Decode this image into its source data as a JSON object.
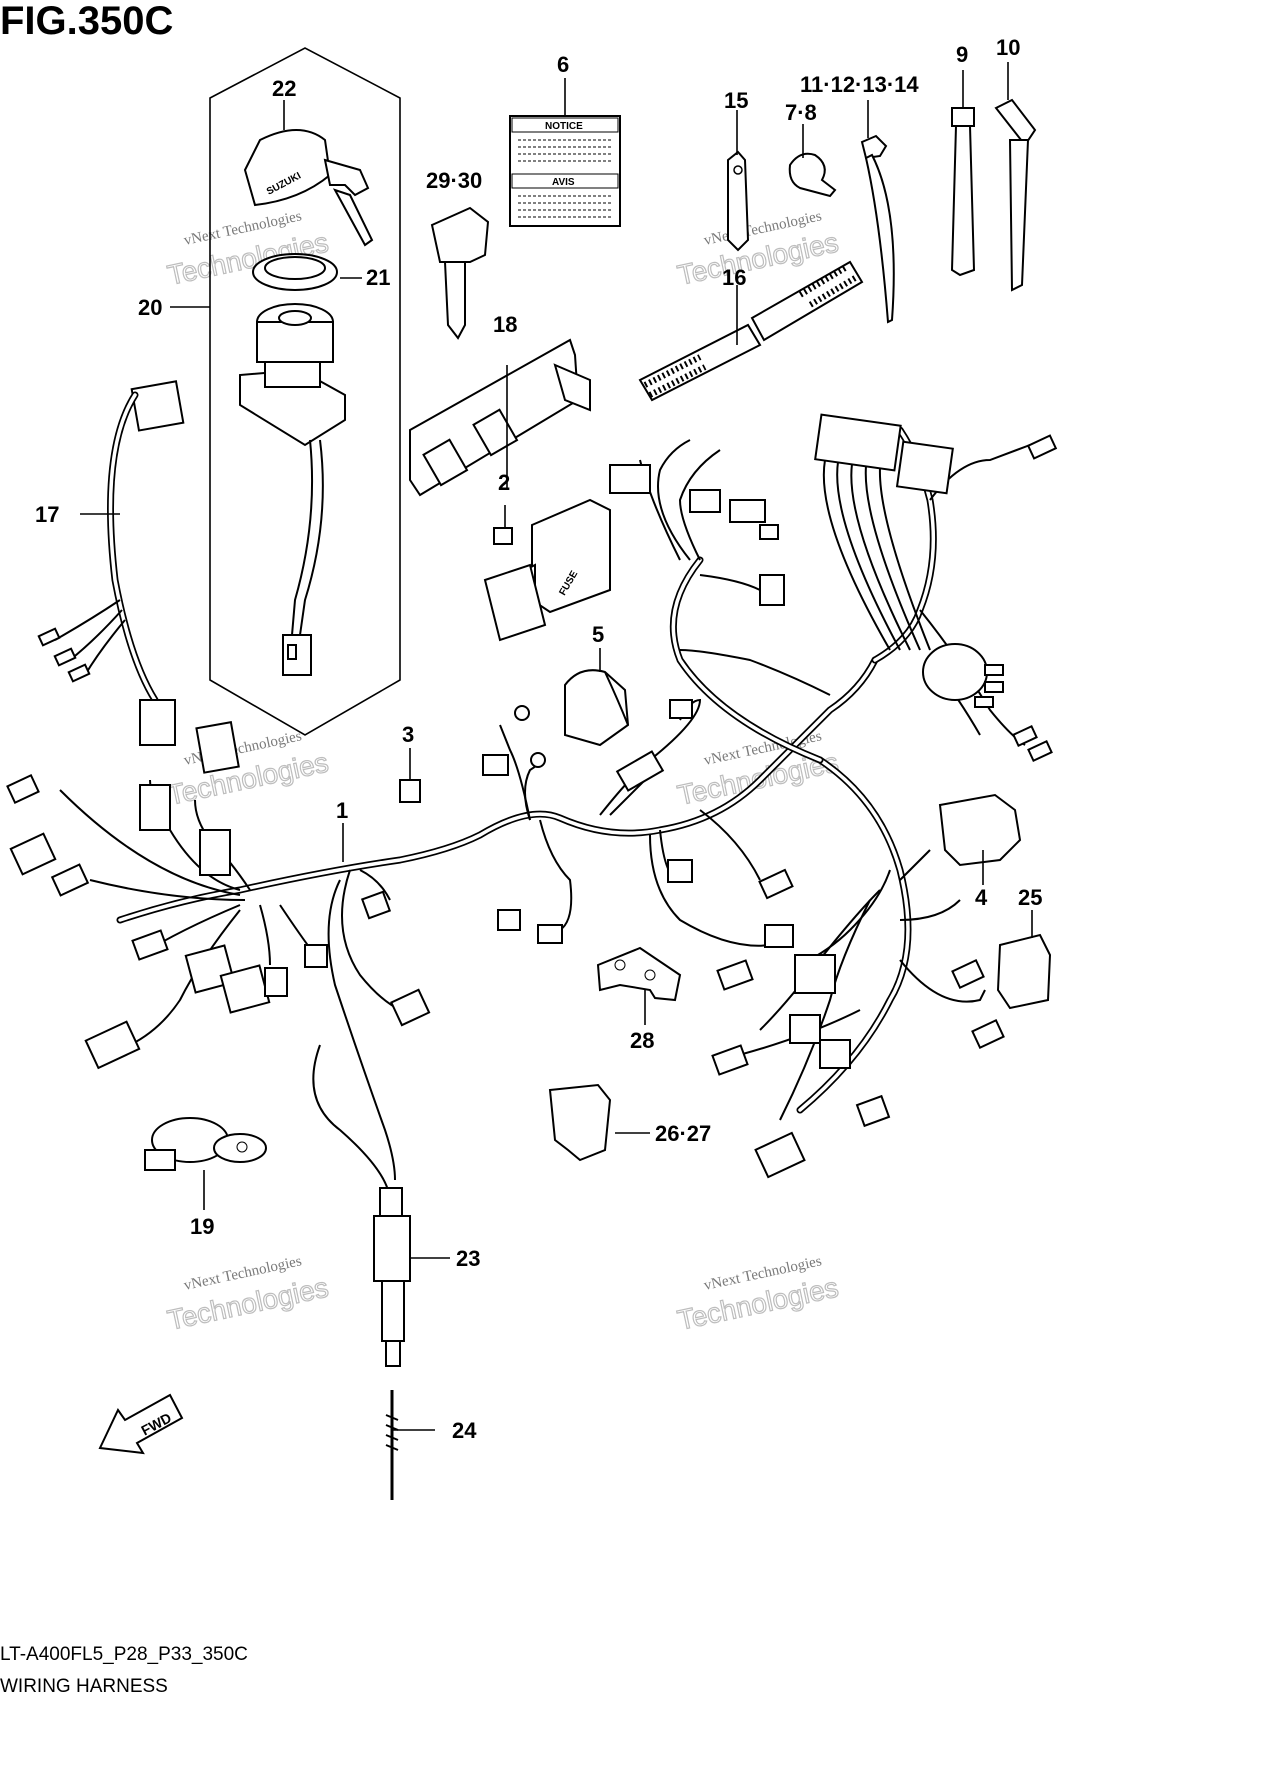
{
  "figure": {
    "title": "FIG.350C",
    "model_code": "LT-A400FL5_P28_P33_350C",
    "section_name": "WIRING HARNESS"
  },
  "labels": {
    "notice": "NOTICE",
    "avis": "AVIS",
    "fuse": "FUSE",
    "brand": "SUZUKI",
    "fwd": "FWD"
  },
  "watermark": {
    "line1": "vNext Technologies",
    "line2": "vNext",
    "line3": "Technologies"
  },
  "callouts": [
    {
      "id": "c1",
      "text": "1"
    },
    {
      "id": "c2",
      "text": "2"
    },
    {
      "id": "c3",
      "text": "3"
    },
    {
      "id": "c4",
      "text": "4"
    },
    {
      "id": "c5",
      "text": "5"
    },
    {
      "id": "c6",
      "text": "6"
    },
    {
      "id": "c78",
      "text": "7·8"
    },
    {
      "id": "c9",
      "text": "9"
    },
    {
      "id": "c10",
      "text": "10"
    },
    {
      "id": "c11",
      "text": "11·12·13·14"
    },
    {
      "id": "c15",
      "text": "15"
    },
    {
      "id": "c16",
      "text": "16"
    },
    {
      "id": "c17",
      "text": "17"
    },
    {
      "id": "c18",
      "text": "18"
    },
    {
      "id": "c19",
      "text": "19"
    },
    {
      "id": "c20",
      "text": "20"
    },
    {
      "id": "c21",
      "text": "21"
    },
    {
      "id": "c22",
      "text": "22"
    },
    {
      "id": "c23",
      "text": "23"
    },
    {
      "id": "c24",
      "text": "24"
    },
    {
      "id": "c25",
      "text": "25"
    },
    {
      "id": "c2627",
      "text": "26·27"
    },
    {
      "id": "c28",
      "text": "28"
    },
    {
      "id": "c2930",
      "text": "29·30"
    }
  ]
}
